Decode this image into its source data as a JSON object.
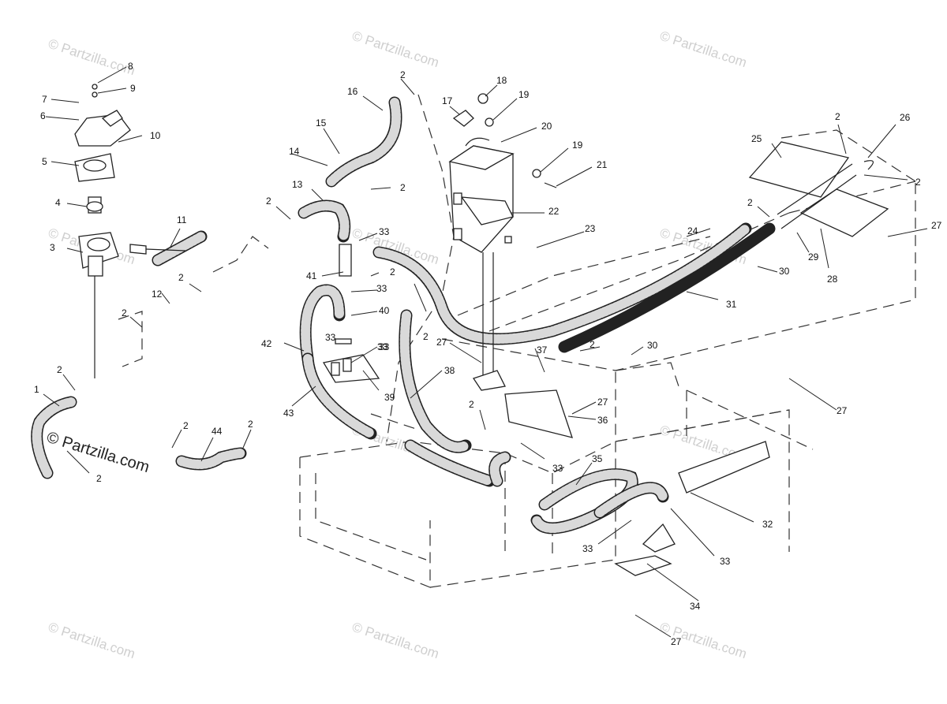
{
  "watermark": "© Partzilla.com",
  "copyright": "© Partzilla.com",
  "callouts": [
    "1",
    "2",
    "2",
    "2",
    "2",
    "2",
    "2",
    "2",
    "2",
    "2",
    "2",
    "2",
    "2",
    "2",
    "2",
    "2",
    "2",
    "3",
    "4",
    "5",
    "6",
    "7",
    "8",
    "9",
    "10",
    "11",
    "12",
    "13",
    "14",
    "15",
    "16",
    "17",
    "18",
    "19",
    "19",
    "20",
    "21",
    "22",
    "23",
    "24",
    "25",
    "26",
    "27",
    "27",
    "27",
    "27",
    "27",
    "28",
    "29",
    "30",
    "30",
    "31",
    "32",
    "33",
    "33",
    "33",
    "33",
    "33",
    "33",
    "33",
    "33",
    "34",
    "35",
    "36",
    "37",
    "38",
    "39",
    "40",
    "41",
    "42",
    "43",
    "44"
  ]
}
